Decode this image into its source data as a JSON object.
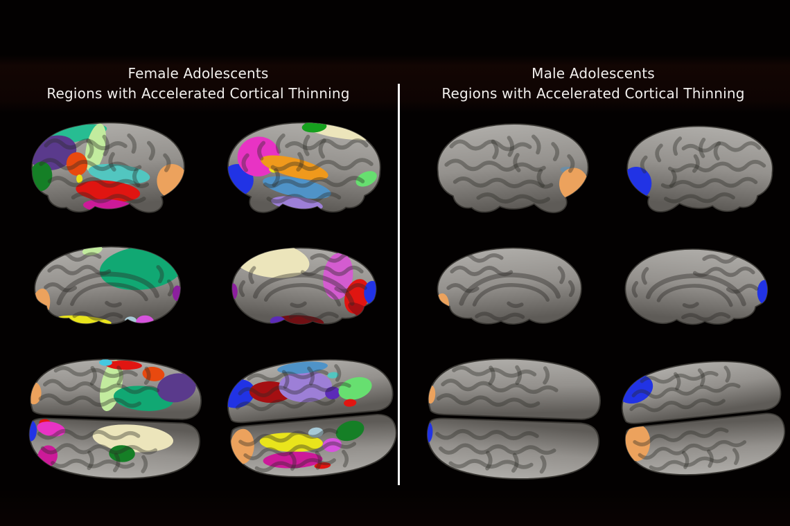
{
  "figure": {
    "background_color": "#030101",
    "divider_color": "#f8f8f8",
    "header_text_color": "#f2f0ee",
    "brain_surface_color": "#94918d",
    "palette": {
      "orange": "#eca25d",
      "orangeBright": "#f0991c",
      "blue": "#2133e5",
      "tealGreen": "#27bd92",
      "seaGreen": "#11a873",
      "darkPurple": "#5a3a8c",
      "darkGreen": "#157f26",
      "paleGreen": "#c2eb9e",
      "orangeRed": "#e8490f",
      "turquoise": "#52c6c0",
      "red": "#e01511",
      "magenta": "#cc1a99",
      "brightPink": "#e833c4",
      "steelBlue": "#4f93c8",
      "lavender": "#9d7fd7",
      "green": "#16a01e",
      "cream": "#ece5bb",
      "yellow": "#e9e41c",
      "springGreen": "#67df70",
      "orchid": "#d45cd0",
      "maroon": "#701014",
      "violetPatch": "#d653dd",
      "purpleDeep": "#5c2bb8",
      "purpleSmall": "#8c1f9e",
      "lightBlue": "#a7c9d6",
      "cyan": "#45c8e0",
      "crimson": "#a50f12"
    },
    "panels": [
      {
        "id": "female",
        "title_line1": "Female Adolescents",
        "title_line2": "Regions with Accelerated Cortical Thinning",
        "brains": [
          {
            "view": "lateral left hemisphere",
            "highlighted_region_colors": [
              "tealGreen",
              "darkPurple",
              "darkGreen",
              "paleGreen",
              "orangeRed",
              "yellow",
              "turquoise",
              "red",
              "magenta",
              "orange"
            ]
          },
          {
            "view": "lateral right hemisphere",
            "highlighted_region_colors": [
              "blue",
              "brightPink",
              "cream",
              "green",
              "orangeBright",
              "yellow",
              "steelBlue",
              "lavender",
              "springGreen"
            ]
          },
          {
            "view": "medial left hemisphere",
            "highlighted_region_colors": [
              "seaGreen",
              "paleGreen",
              "orange",
              "yellow",
              "violetPatch",
              "purpleSmall",
              "lightBlue"
            ]
          },
          {
            "view": "medial right hemisphere",
            "highlighted_region_colors": [
              "cream",
              "purpleSmall",
              "orchid",
              "red",
              "blue",
              "crimson",
              "maroon",
              "purpleDeep"
            ]
          },
          {
            "view": "dorsal (top)",
            "highlighted_region_colors": [
              "orange",
              "paleGreen",
              "seaGreen",
              "darkPurple",
              "orangeRed",
              "red",
              "cyan",
              "blue",
              "brightPink",
              "cream",
              "darkGreen",
              "magenta"
            ]
          },
          {
            "view": "ventral (bottom)",
            "highlighted_region_colors": [
              "blue",
              "crimson",
              "lavender",
              "steelBlue",
              "purpleDeep",
              "springGreen",
              "turquoise",
              "red",
              "orange",
              "yellow",
              "magenta",
              "violetPatch",
              "lightBlue",
              "darkGreen"
            ]
          }
        ]
      },
      {
        "id": "male",
        "title_line1": "Male Adolescents",
        "title_line2": "Regions with Accelerated Cortical Thinning",
        "brains": [
          {
            "view": "lateral left hemisphere",
            "highlighted_region_colors": [
              "orange"
            ]
          },
          {
            "view": "lateral right hemisphere",
            "highlighted_region_colors": [
              "blue"
            ]
          },
          {
            "view": "medial left hemisphere",
            "highlighted_region_colors": [
              "orange"
            ]
          },
          {
            "view": "medial right hemisphere",
            "highlighted_region_colors": [
              "blue"
            ]
          },
          {
            "view": "dorsal (top)",
            "highlighted_region_colors": [
              "orange",
              "blue"
            ]
          },
          {
            "view": "ventral (bottom)",
            "highlighted_region_colors": [
              "blue",
              "orange"
            ]
          }
        ]
      }
    ]
  }
}
